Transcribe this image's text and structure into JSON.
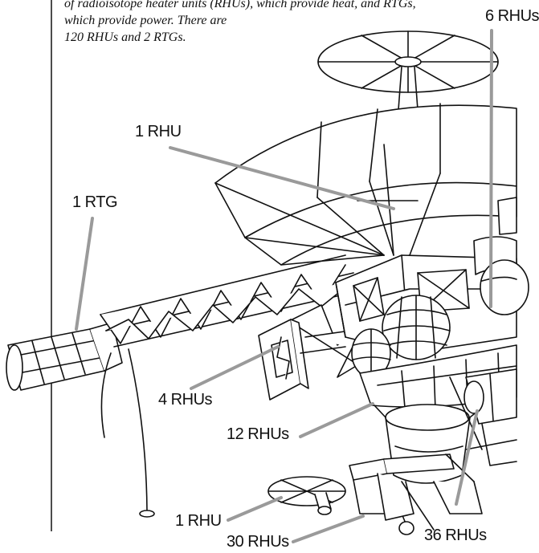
{
  "caption": {
    "line1": "of radioisotope heater units (RHUs), which provide heat, and RTGs,",
    "line2": "which provide power.  There are",
    "line3": "120 RHUs and 2 RTGs."
  },
  "labels": {
    "rhu_top": "1 RHU",
    "rtg_left": "1 RTG",
    "rhus_6": "6 RHUs",
    "rhus_4": "4 RHUs",
    "rhus_12": "12 RHUs",
    "rhu_bottom": "1 RHU",
    "rhus_30": "30 RHUs",
    "rhus_36": "36 RHUs"
  },
  "colors": {
    "leader_line": "#9a9a9a",
    "ink": "#111111"
  }
}
